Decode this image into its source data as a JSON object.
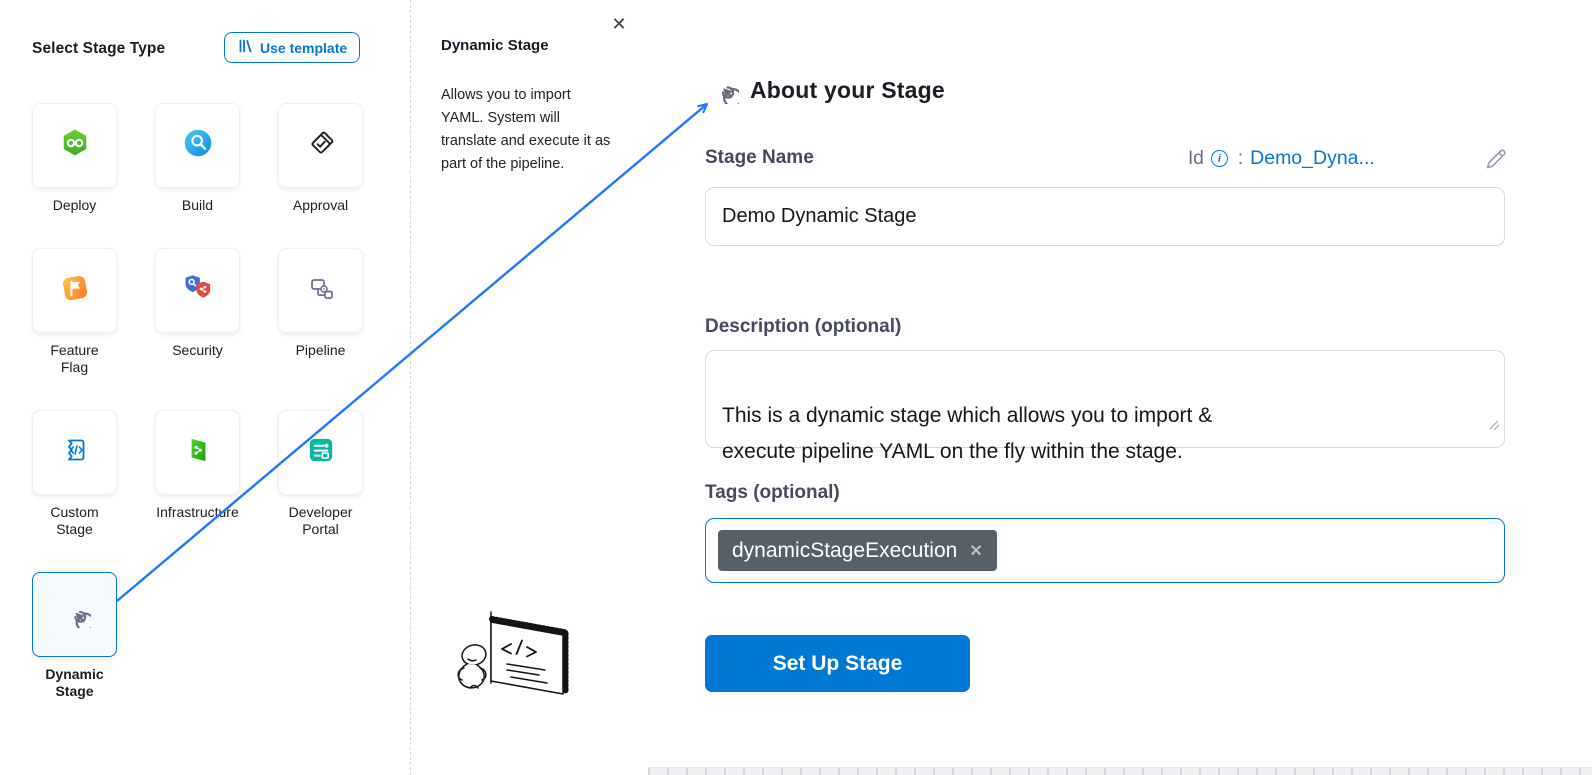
{
  "colors": {
    "accent_blue": "#0278d5",
    "arrow_blue": "#1f78ff",
    "selected_tile_bg": "#f7fbff",
    "tag_chip_bg": "#556069",
    "button_bg": "#0278d5",
    "label_text": "#474960",
    "muted_text": "#6b6d85"
  },
  "left_panel": {
    "title": "Select Stage Type",
    "use_template": {
      "label": "Use template"
    },
    "tiles": [
      {
        "label": "Deploy"
      },
      {
        "label": "Build"
      },
      {
        "label": "Approval"
      },
      {
        "label": "Feature\nFlag"
      },
      {
        "label": "Security"
      },
      {
        "label": "Pipeline"
      },
      {
        "label": "Custom\nStage"
      },
      {
        "label": "Infrastructure"
      },
      {
        "label": "Developer\nPortal"
      },
      {
        "label": "Dynamic\nStage",
        "selected": true
      }
    ]
  },
  "help_panel": {
    "title": "Dynamic Stage",
    "description": "Allows you to import YAML. System will translate and execute it as part of the pipeline.",
    "close_glyph": "✕"
  },
  "about_panel": {
    "title": "About your Stage",
    "stage_name": {
      "label": "Stage Name",
      "value": "Demo Dynamic Stage"
    },
    "identifier": {
      "label": "Id",
      "info_glyph": "i",
      "separator": ":",
      "value": "Demo_Dyna..."
    },
    "description": {
      "label": "Description (optional)",
      "value": "This is a dynamic stage which allows you to import &\nexecute pipeline YAML on the fly within the stage."
    },
    "tags": {
      "label": "Tags (optional)",
      "chips": [
        {
          "label": "dynamicStageExecution",
          "remove_glyph": "✕"
        }
      ]
    },
    "submit": {
      "label": "Set Up Stage"
    }
  }
}
